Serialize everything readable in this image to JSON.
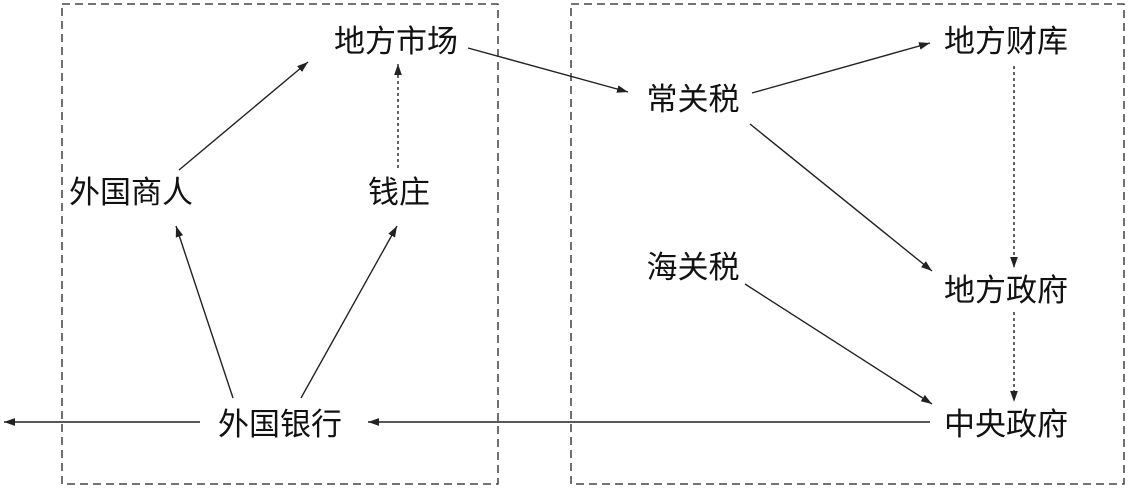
{
  "nodes": {
    "local_market": "地方市场",
    "foreign_merchant": "外国商人",
    "native_bank": "钱庄",
    "foreign_bank": "外国银行",
    "common_customs_tax": "常关税",
    "maritime_customs_tax": "海关税",
    "local_treasury": "地方财库",
    "local_government": "地方政府",
    "central_government": "中央政府"
  },
  "edges": [
    {
      "from": "foreign_bank",
      "to": "foreign_merchant",
      "style": "solid"
    },
    {
      "from": "foreign_bank",
      "to": "native_bank",
      "style": "solid"
    },
    {
      "from": "foreign_merchant",
      "to": "local_market",
      "style": "solid"
    },
    {
      "from": "native_bank",
      "to": "local_market",
      "style": "dashed"
    },
    {
      "from": "local_market",
      "to": "common_customs_tax",
      "style": "solid"
    },
    {
      "from": "common_customs_tax",
      "to": "local_treasury",
      "style": "solid"
    },
    {
      "from": "common_customs_tax",
      "to": "local_government",
      "style": "solid"
    },
    {
      "from": "local_treasury",
      "to": "local_government",
      "style": "dashed"
    },
    {
      "from": "local_government",
      "to": "central_government",
      "style": "dashed"
    },
    {
      "from": "maritime_customs_tax",
      "to": "central_government",
      "style": "solid"
    },
    {
      "from": "central_government",
      "to": "foreign_bank",
      "style": "solid"
    },
    {
      "from": "foreign_bank",
      "to": "outside_left",
      "style": "solid"
    }
  ]
}
